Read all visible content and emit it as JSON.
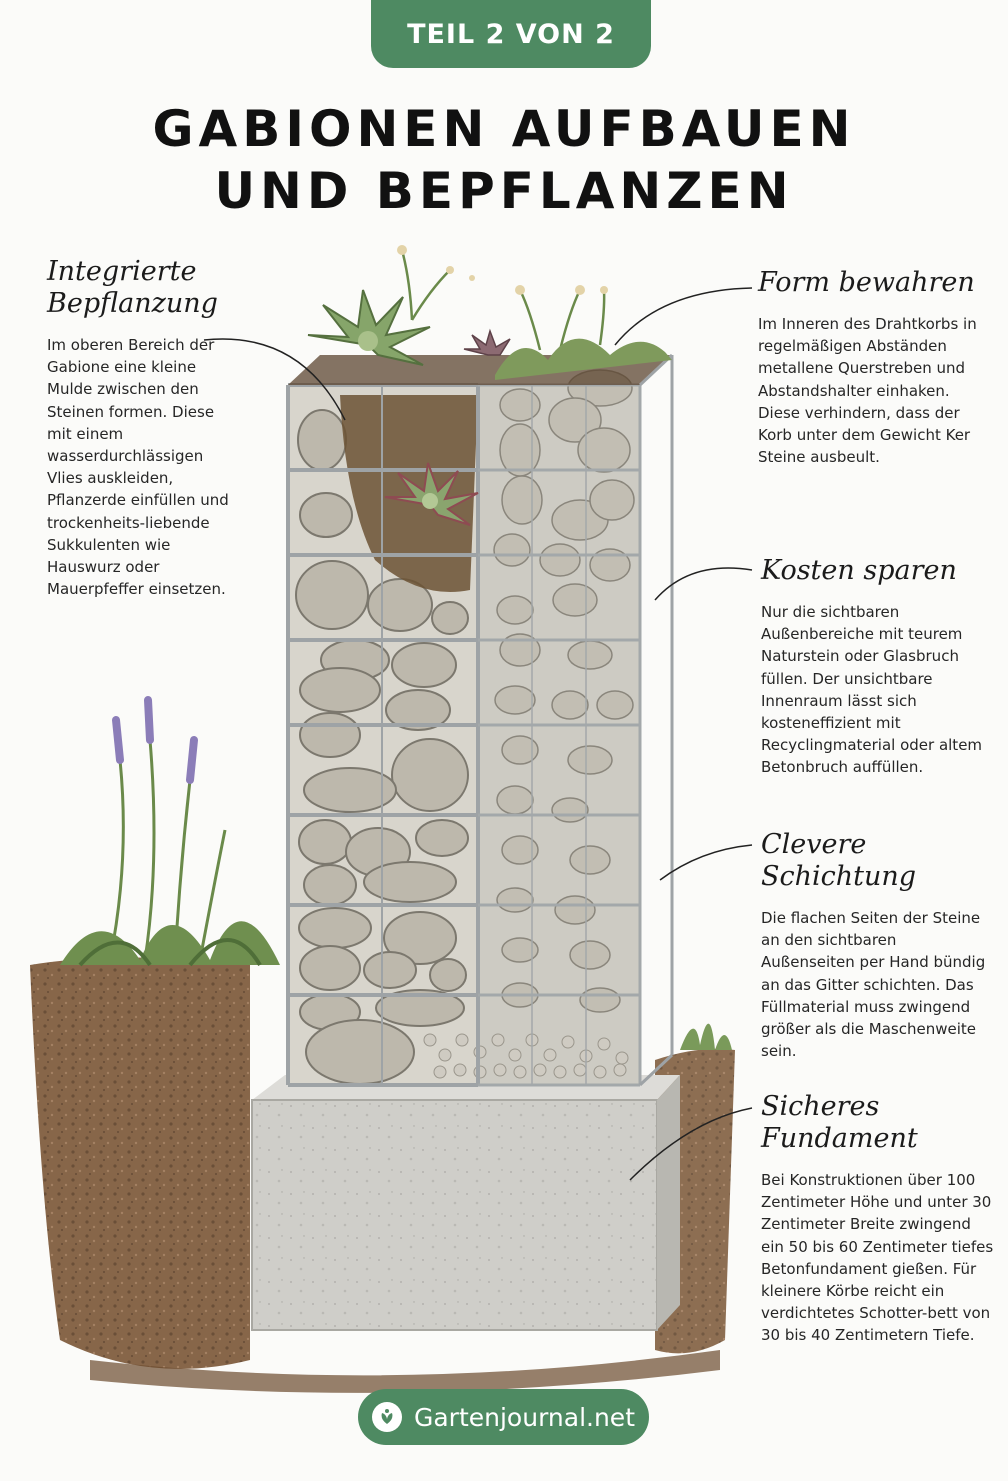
{
  "badge": "TEIL 2 VON 2",
  "title": [
    "GABIONEN AUFBAUEN",
    "UND BEPFLANZEN"
  ],
  "annotations": {
    "bepflanzung": {
      "title": "Integrierte Bepflanzung",
      "text": "Im oberen Bereich der Gabione eine kleine Mulde zwischen den Steinen formen. Diese mit einem wasserdurchlässigen Vlies auskleiden, Pflanzerde einfüllen und trockenheits-liebende Sukkulenten wie Hauswurz oder Mauerpfeffer einsetzen."
    },
    "form": {
      "title": "Form bewahren",
      "text": "Im Inneren des Drahtkorbs in regelmäßigen Abständen metallene Querstreben und Abstandshalter einhaken. Diese verhindern, dass der Korb unter dem Gewicht Ker Steine ausbeult."
    },
    "kosten": {
      "title": "Kosten sparen",
      "text": "Nur die sichtbaren Außenbereiche mit teurem Naturstein oder Glasbruch füllen. Der unsichtbare Innenraum lässt sich kosteneffizient mit Recyclingmaterial oder altem Betonbruch auffüllen."
    },
    "schichtung": {
      "title": "Clevere Schichtung",
      "text": "Die flachen Seiten der Steine an den sichtbaren Außenseiten per Hand bündig an das Gitter schichten. Das Füllmaterial muss zwingend größer als die Maschenweite sein."
    },
    "fundament": {
      "title": "Sicheres Fundament",
      "text": "Bei Konstruktionen über 100 Zentimeter Höhe und unter 30 Zentimeter Breite zwingend ein 50 bis 60 Zentimeter tiefes Betonfundament gießen. Für kleinere Körbe reicht ein verdichtetes Schotter-bett von 30 bis 40 Zentimetern Tiefe."
    }
  },
  "footer": {
    "brand": "Gartenjournal.net",
    "icon": "leaf-logo-icon"
  },
  "colors": {
    "accent": "#4e8a62",
    "concrete": "#c9c8c3",
    "soil": "#6b4a2e",
    "stone": "#b9b5aa",
    "wire": "#9ea3a6"
  }
}
